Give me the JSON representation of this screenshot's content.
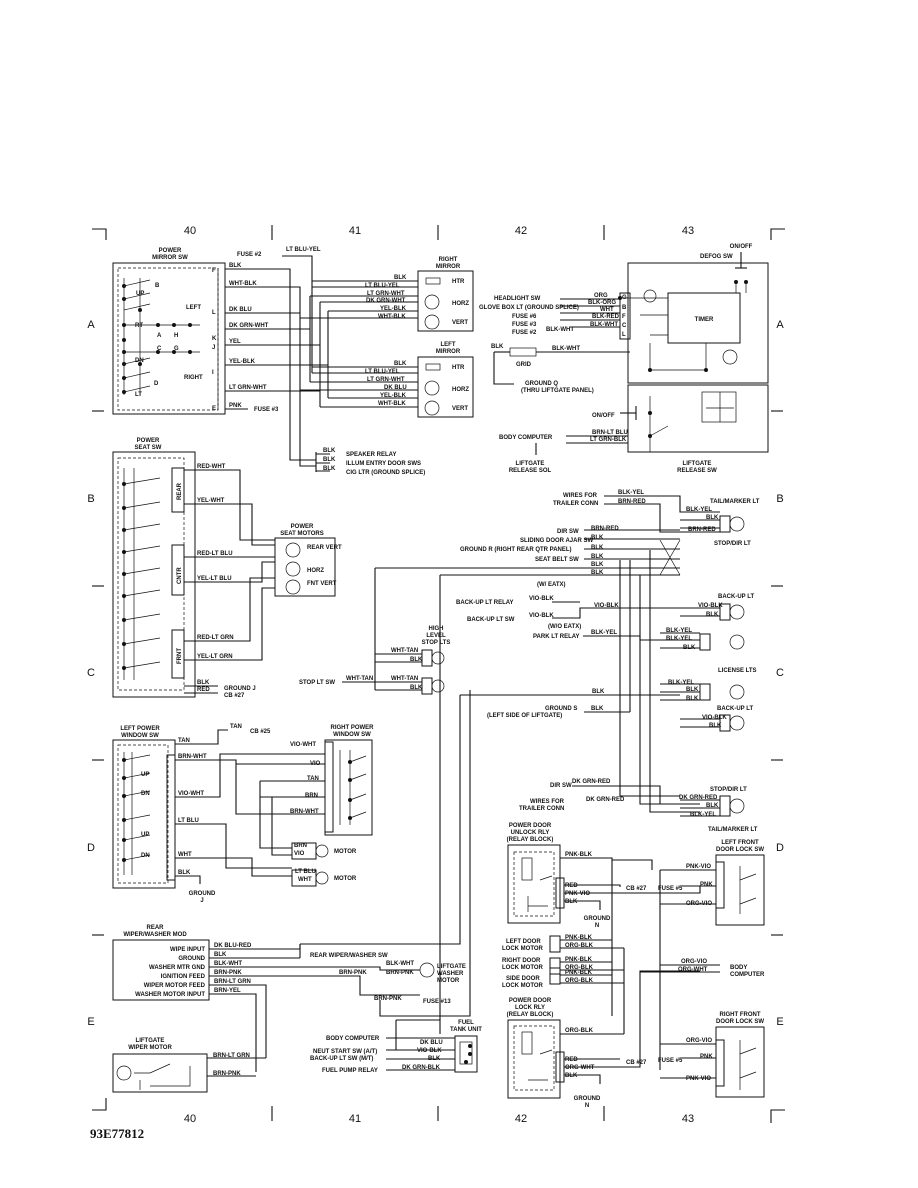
{
  "sheet": {
    "drawing_number": "93E77812",
    "grid_columns": [
      "40",
      "41",
      "42",
      "43"
    ],
    "grid_rows": [
      "A",
      "B",
      "C",
      "D",
      "E"
    ]
  },
  "power_mirror_sw": {
    "title_1": "POWER",
    "title_2": "MIRROR SW",
    "contacts": [
      "B",
      "UP",
      "LEFT",
      "RT",
      "A",
      "H",
      "DN",
      "C",
      "G",
      "RIGHT",
      "D",
      "LT"
    ],
    "pins": [
      "F",
      "L",
      "K",
      "J",
      "I",
      "E"
    ],
    "wires": [
      "BLK",
      "WHT-BLK",
      "DK BLU",
      "DK GRN-WHT",
      "YEL",
      "YEL-BLK",
      "LT GRN-WHT",
      "PNK"
    ],
    "fuse_top": "FUSE #2",
    "fuse_top_wire": "LT BLU-YEL",
    "fuse_bottom": "FUSE #3"
  },
  "right_mirror": {
    "title_1": "RIGHT",
    "title_2": "MIRROR",
    "wires": [
      "BLK",
      "LT BLU-YEL",
      "LT GRN-WHT",
      "DK GRN-WHT",
      "YEL-BLK",
      "WHT-BLK"
    ],
    "elements": [
      "HTR",
      "HORZ",
      "VERT"
    ]
  },
  "left_mirror": {
    "title_1": "LEFT",
    "title_2": "MIRROR",
    "wires": [
      "BLK",
      "LT BLU-YEL",
      "LT GRN-WHT",
      "DK BLU",
      "YEL-BLK",
      "WHT-BLK"
    ],
    "elements": [
      "HTR",
      "HORZ",
      "VERT"
    ]
  },
  "splice_refs": [
    "SPEAKER RELAY",
    "ILLUM ENTRY DOOR SWS",
    "CIG LTR (GROUND SPLICE)"
  ],
  "defog": {
    "on_off": "ON/OFF",
    "title": "DEFOG SW",
    "timer": "TIMER",
    "inputs": [
      {
        "label": "HEADLIGHT SW",
        "wire": "ORG"
      },
      {
        "label": "GLOVE BOX LT (GROUND SPLICE)",
        "wire": "BLK-ORG"
      },
      {
        "label": "FUSE #6",
        "wire": "WHT"
      },
      {
        "label": "FUSE #3",
        "wire": "BLK-RED"
      },
      {
        "label": "FUSE #2",
        "wire": "BLK-WHT"
      }
    ],
    "pins": [
      "G",
      "B",
      "F",
      "C",
      "L"
    ],
    "extra_wire": "BLK-WHT",
    "grid_blk": "BLK",
    "grid": "GRID",
    "grid_wire": "BLK-WHT",
    "ground": "GROUND Q",
    "ground_note": "(THRU LIFTGATE PANEL)"
  },
  "liftgate_release": {
    "on_off": "ON/OFF",
    "body_computer": "BODY COMPUTER",
    "wires": [
      "BRN-LT BLU",
      "LT GRN-BLK"
    ],
    "sol_1": "LIFTGATE",
    "sol_2": "RELEASE SOL",
    "sw_1": "LIFTGATE",
    "sw_2": "RELEASE SW"
  },
  "power_seat": {
    "title_1": "POWER",
    "title_2": "SEAT SW",
    "sections": [
      "REAR",
      "CNTR",
      "FRNT"
    ],
    "wires": [
      "RED-WHT",
      "YEL-WHT",
      "RED-LT BLU",
      "YEL-LT BLU",
      "RED-LT GRN",
      "YEL-LT GRN"
    ],
    "motors_1": "POWER",
    "motors_2": "SEAT MOTORS",
    "motors": [
      "REAR VERT",
      "HORZ",
      "FNT VERT"
    ],
    "ground_wire": "BLK",
    "ground": "GROUND J",
    "cb_wire": "RED",
    "cb": "CB #27"
  },
  "rear_lamps": {
    "trailer_1": "WIRES FOR",
    "trailer_2": "TRAILER CONN",
    "trailer_wires": [
      "BLK-YEL",
      "BRN-RED"
    ],
    "tail_marker": "TAIL/MARKER LT",
    "tail_wires": [
      "BLK-YEL",
      "BLK",
      "BRN-RED"
    ],
    "stop_dir": "STOP/DIR LT",
    "inputs": [
      {
        "label": "DIR SW",
        "wire": "BRN-RED"
      },
      {
        "label": "SLIDING DOOR AJAR SW",
        "wire": "BLK"
      },
      {
        "label": "GROUND R (RIGHT REAR QTR PANEL)",
        "wire": "BLK"
      },
      {
        "label": "SEAT BELT SW",
        "wire": "BLK"
      }
    ],
    "blk_runs": [
      "BLK",
      "BLK"
    ],
    "eatx": "(W/ EATX)",
    "backup_relay": "BACK-UP LT RELAY",
    "backup_relay_wire": "VIO-BLK",
    "backup_sw": "BACK-UP LT SW",
    "backup_sw_wire": "VIO-BLK",
    "no_eatx": "(W/O EATX)",
    "common": "VIO-BLK",
    "backup_lt": "BACK-UP LT",
    "backup_wire": "VIO-BLK",
    "backup_blk": "BLK",
    "park_relay": "PARK LT RELAY",
    "park_wire": "BLK-YEL",
    "license_wires": [
      "BLK-YEL",
      "BLK-YEL",
      "BLK"
    ],
    "license": "LICENSE LTS",
    "license_wires_2": [
      "BLK-YEL",
      "BLK",
      "BLK"
    ],
    "backup_lt_2": "BACK-UP LT",
    "backup_wire_2": "VIO-BLK",
    "backup_blk_2": "BLK",
    "main_blk": "BLK",
    "ground_s": "GROUND S",
    "ground_s_wire": "BLK",
    "ground_s_note": "(LEFT SIDE OF LIFTGATE)",
    "dir_sw2": "DIR SW",
    "dir_wire2": "DK GRN-RED",
    "stop_dir2": "STOP/DIR LT",
    "trailer_1b": "WIRES FOR",
    "trailer_2b": "TRAILER CONN",
    "trailer_wire_b": "DK GRN-RED",
    "tail_wires_b": [
      "DK GRN-RED",
      "BLK",
      "BLK-YEL"
    ],
    "tail_marker_b": "TAIL/MARKER LT"
  },
  "stop_lts": {
    "title_1": "HIGH",
    "title_2": "LEVEL",
    "title_3": "STOP LTS",
    "wires": [
      "WHT-TAN",
      "BLK",
      "WHT-TAN",
      "BLK"
    ],
    "input": "STOP LT SW",
    "input_wire": "WHT-TAN"
  },
  "window": {
    "left_1": "LEFT POWER",
    "left_2": "WINDOW SW",
    "right_1": "RIGHT POWER",
    "right_2": "WINDOW SW",
    "cb_wire": "TAN",
    "cb": "CB #25",
    "contacts": [
      "UP",
      "DN",
      "UP",
      "DN"
    ],
    "left_wires": [
      "TAN",
      "BRN-WHT",
      "VIO-WHT",
      "LT BLU",
      "WHT",
      "BLK"
    ],
    "right_wires": [
      "VIO-WHT",
      "VIO",
      "TAN",
      "BRN",
      "BRN-WHT"
    ],
    "motor_wires": [
      "BRN",
      "VIO",
      "LT BLU",
      "WHT"
    ],
    "motor": "MOTOR",
    "ground_1": "GROUND",
    "ground_2": "J"
  },
  "rear_wiper": {
    "title_1": "REAR",
    "title_2": "WIPER/WASHER MOD",
    "rows": [
      {
        "label": "WIPE INPUT",
        "wire": "DK BLU-RED"
      },
      {
        "label": "GROUND",
        "wire": "BLK"
      },
      {
        "label": "WASHER MTR GND",
        "wire": "BLK-WHT"
      },
      {
        "label": "IGNITION FEED",
        "wire": "BRN-PNK"
      },
      {
        "label": "WIPER MOTOR FEED",
        "wire": "BRN-LT GRN"
      },
      {
        "label": "WASHER MOTOR INPUT",
        "wire": "BRN-YEL"
      }
    ],
    "sw_ref": "REAR WIPER/WASHER SW",
    "washer_wires": [
      "BLK-WHT",
      "BRN-PNK"
    ],
    "washer_mid": "BRN-PNK",
    "washer_1": "LIFTGATE",
    "washer_2": "WASHER",
    "washer_3": "MOTOR",
    "fuse_wire": "BRN-PNK",
    "fuse": "FUSE #13",
    "motor_1": "LIFTGATE",
    "motor_2": "WIPER MOTOR",
    "motor_wires": [
      "BRN-LT GRN",
      "BRN-PNK"
    ]
  },
  "fuel_tank": {
    "title_1": "FUEL",
    "title_2": "TANK UNIT",
    "inputs": [
      {
        "label": "BODY COMPUTER",
        "wire": "DK BLU"
      },
      {
        "label": "NEUT START SW (A/T)",
        "wire": "VIO-BLK"
      },
      {
        "label": "BACK-UP LT SW (M/T)",
        "wire": "BLK"
      },
      {
        "label": "FUEL PUMP RELAY",
        "wire": "DK GRN-BLK"
      }
    ]
  },
  "door_locks": {
    "unlock_1": "POWER DOOR",
    "unlock_2": "UNLOCK RLY",
    "unlock_3": "(RELAY BLOCK)",
    "unlock_wires": [
      "PNK-BLK",
      "RED",
      "PNK-VIO",
      "BLK"
    ],
    "cb27a": "CB #27",
    "ground_n1a": "GROUND",
    "ground_n1b": "N",
    "motors": [
      "LEFT DOOR",
      "LOCK MOTOR",
      "RIGHT DOOR",
      "LOCK MOTOR",
      "SIDE DOOR",
      "LOCK MOTOR"
    ],
    "motor_wires": [
      "PNK-BLK",
      "ORG-BLK",
      "PNK-BLK",
      "ORG-BLK",
      "PNK-BLK",
      "ORG-BLK"
    ],
    "lock_1": "POWER DOOR",
    "lock_2": "LOCK RLY",
    "lock_3": "(RELAY BLOCK)",
    "lock_wires": [
      "ORG-BLK",
      "RED",
      "ORG-WHT",
      "BLK"
    ],
    "cb27b": "CB #27",
    "ground_n2a": "GROUND",
    "ground_n2b": "N",
    "left_sw_1": "LEFT FRONT",
    "left_sw_2": "DOOR LOCK SW",
    "left_wires": [
      "PNK-VIO",
      "PNK",
      "ORG-VIO"
    ],
    "fuse5a": "FUSE #5",
    "body_wires": [
      "ORG-VIO",
      "ORG-WHT"
    ],
    "body_1": "BODY",
    "body_2": "COMPUTER",
    "right_sw_1": "RIGHT FRONT",
    "right_sw_2": "DOOR LOCK SW",
    "right_wires": [
      "ORG-VIO",
      "PNK",
      "PNK-VIO"
    ],
    "fuse5b": "FUSE #5"
  }
}
